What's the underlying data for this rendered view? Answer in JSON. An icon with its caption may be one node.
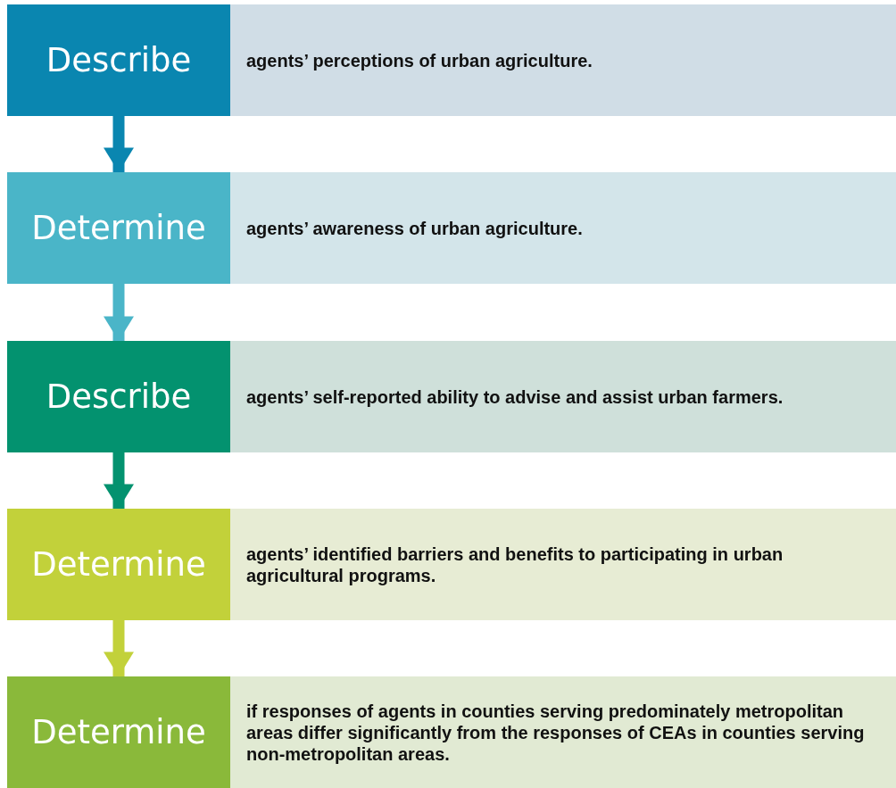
{
  "diagram": {
    "nodes": [
      {
        "text": [
          "Describe"
        ]
      },
      {
        "text": [
          "agents’ perceptions of urban agriculture."
        ]
      },
      {
        "text": [
          "Determine"
        ]
      },
      {
        "text": [
          "agents’ awareness of urban agriculture."
        ]
      },
      {
        "text": [
          "Describe"
        ]
      },
      {
        "text": [
          "agents’ self-reported ability to advise and assist urban farmers."
        ]
      },
      {
        "text": [
          "Determine"
        ]
      },
      {
        "text": [
          "agents’ identified barriers and benefits to participating in urban agricultural programs."
        ]
      },
      {
        "text": [
          "Determine"
        ]
      },
      {
        "text": [
          "if responses of agents in counties serving predominately metropolitan areas differ significantly from the responses of CEAs in counties serving non-metropolitan areas."
        ]
      }
    ],
    "edges": [
      {
        "from": 0,
        "to": 2,
        "arrow": "to",
        "color": "#0a86b0"
      },
      {
        "from": 2,
        "to": 4,
        "arrow": "to",
        "color": "#4ab5c8"
      },
      {
        "from": 4,
        "to": 6,
        "arrow": "to",
        "color": "#03926f"
      },
      {
        "from": 6,
        "to": 8,
        "arrow": "to",
        "color": "#c2d13a"
      }
    ]
  }
}
